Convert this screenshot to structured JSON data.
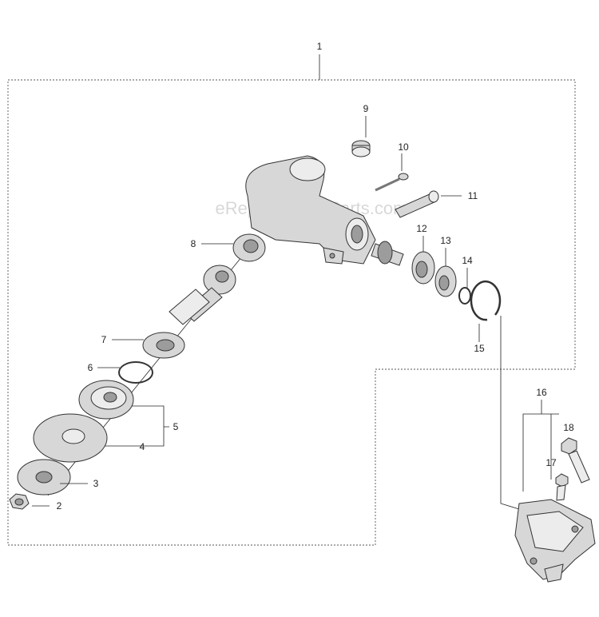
{
  "watermark": "eReplacementParts.com",
  "callouts": {
    "c1": "1",
    "c2": "2",
    "c3": "3",
    "c4": "4",
    "c5": "5",
    "c6": "6",
    "c7": "7",
    "c8": "8",
    "c9": "9",
    "c10": "10",
    "c11": "11",
    "c12": "12",
    "c13": "13",
    "c14": "14",
    "c15": "15",
    "c16": "16",
    "c17": "17",
    "c18": "18"
  }
}
